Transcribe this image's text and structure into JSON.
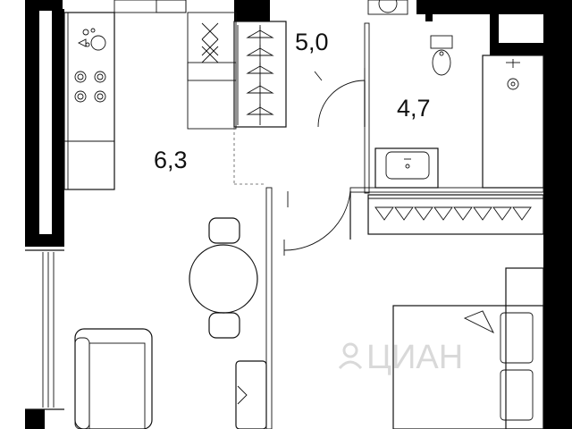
{
  "rooms": [
    {
      "id": "kitchen-living",
      "area": "6,3"
    },
    {
      "id": "hallway",
      "area": "5,0"
    },
    {
      "id": "bathroom",
      "area": "4,7"
    }
  ],
  "watermark": "ЦИАН",
  "colors": {
    "wall": "#000000",
    "line": "#111111",
    "watermark": "#d9d9d9",
    "background": "#ffffff"
  },
  "icons": [
    "hanger-icon",
    "sink-icon",
    "stove-icon",
    "toilet-icon",
    "bathtub-icon",
    "bed-icon",
    "sofa-icon",
    "dining-table-icon",
    "chair-icon",
    "door-swing-icon"
  ]
}
